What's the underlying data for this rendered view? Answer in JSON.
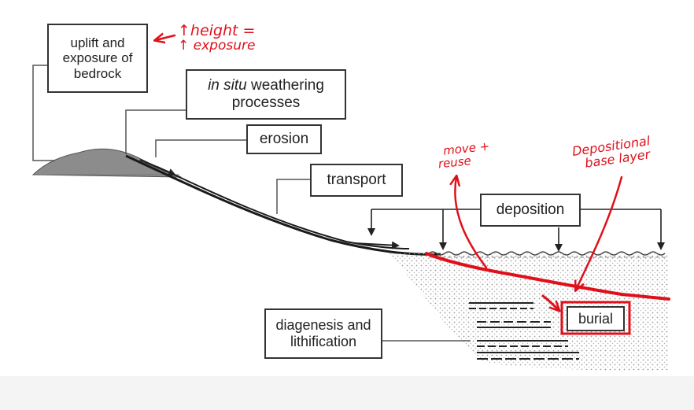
{
  "boxes": {
    "uplift": [
      "uplift and",
      "exposure of",
      "bedrock"
    ],
    "weathering": {
      "italic": "in situ",
      "rest": " weathering",
      "line2": "processes"
    },
    "erosion": "erosion",
    "transport": "transport",
    "deposition": "deposition",
    "burial": "burial",
    "diagenesis": [
      "diagenesis and",
      "lithification"
    ]
  },
  "annotations": {
    "height": [
      "↑height =",
      "↑ exposure"
    ],
    "move": [
      "move +",
      "reuse"
    ],
    "depositional": [
      "Depositional",
      "base layer"
    ]
  },
  "colors": {
    "ink": "#333333",
    "annotation": "#e0101a",
    "hill": "#8a8a8a",
    "sediment": "#bdbdbd"
  }
}
